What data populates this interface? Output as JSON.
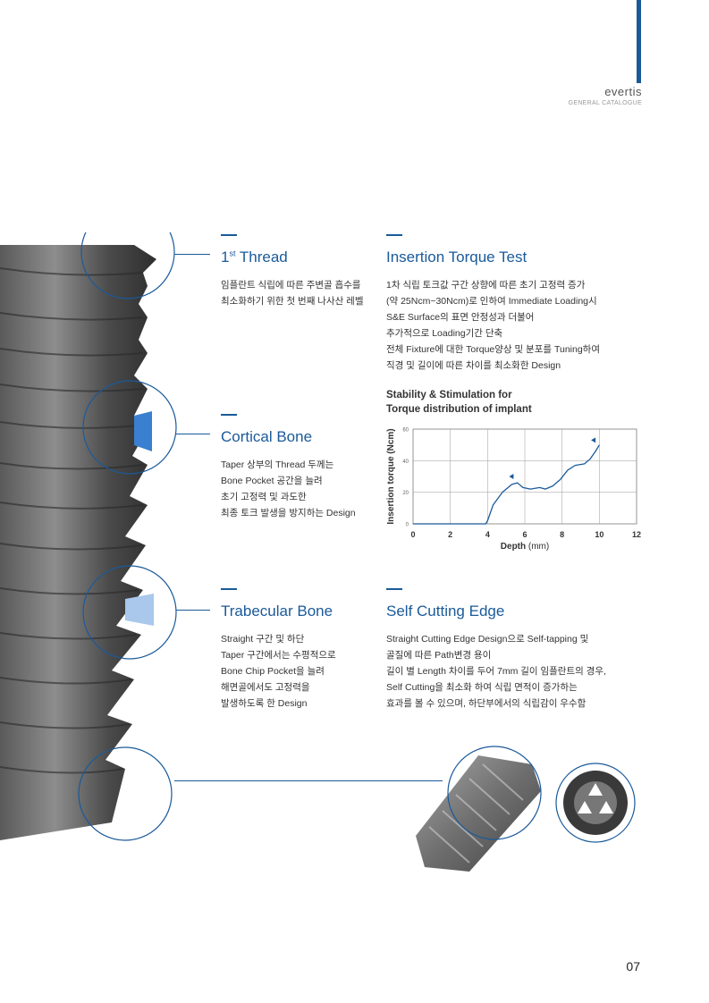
{
  "header": {
    "brand": "evertis",
    "subtitle": "GENERAL CATALOGUE"
  },
  "sections": {
    "first_thread": {
      "title_main": "1",
      "title_sup": "st",
      "title_rest": " Thread",
      "body": "임플란트 식립에 따른 주변골 흡수를\n최소화하기 위한 첫 번째 나사산 레벨"
    },
    "cortical": {
      "title": "Cortical Bone",
      "body": "Taper 상부의 Thread 두께는\nBone Pocket 공간을 늘려\n초기 고정력 및 과도한\n최종 토크 발생을 방지하는 Design"
    },
    "trabecular": {
      "title": "Trabecular Bone",
      "body": "Straight 구간 및 하단\nTaper 구간에서는 수평적으로\nBone Chip Pocket을 늘려\n해면골에서도 고정력을\n발생하도록 한 Design"
    },
    "insertion": {
      "title": "Insertion Torque Test",
      "body": "1차 식립 토크값 구간 상향에 따른 초기 고정력 증가\n(약 25Ncm~30Ncm)로 인하여 Immediate Loading시\nS&E Surface의 표면 안정성과 더불어\n추가적으로 Loading기간 단축\n전체 Fixture에 대한 Torque양상 및 분포를 Tuning하여\n직경 및 길이에 따른 차이를 최소화한 Design"
    },
    "self_cutting": {
      "title": "Self Cutting Edge",
      "body": "Straight Cutting Edge Design으로 Self-tapping 및\n골질에 따른 Path변경 용이\n길이 별 Length 차이를 두어 7mm 길이 임플란트의 경우,\nSelf Cutting을 최소화 하여 식립 면적이 증가하는\n효과를 볼 수 있으며, 하단부에서의 식립감이 우수함"
    }
  },
  "chart_data": {
    "type": "line",
    "title": "Stability & Stimulation for\nTorque distribution of implant",
    "xlabel": "Depth",
    "xunit": "(mm)",
    "ylabel": "Insertion torque (Ncm)",
    "xlim": [
      0,
      12
    ],
    "ylim": [
      0,
      60
    ],
    "xticks": [
      0,
      2,
      4,
      6,
      8,
      10,
      12
    ],
    "yticks": [
      0,
      20,
      40,
      60
    ],
    "grid": true,
    "color": "#1a5a9a",
    "series": [
      {
        "x": [
          0,
          3.9,
          4.0,
          4.3,
          4.8,
          5.3,
          5.6,
          5.9,
          6.3,
          6.8,
          7.1,
          7.5,
          7.9,
          8.3,
          8.7,
          9.2,
          9.5,
          9.8,
          10.0
        ],
        "y": [
          0,
          0,
          2,
          12,
          20,
          25,
          26,
          23,
          22,
          23,
          22,
          24,
          28,
          34,
          37,
          38,
          41,
          46,
          50
        ]
      }
    ],
    "markers": [
      {
        "x": 5.3,
        "y": 30
      },
      {
        "x": 9.7,
        "y": 53
      }
    ]
  },
  "footer": {
    "page": "07"
  },
  "colors": {
    "accent": "#1a5a9a",
    "implant_dark": "#3b3b3b",
    "implant_light": "#8a8a8a"
  }
}
